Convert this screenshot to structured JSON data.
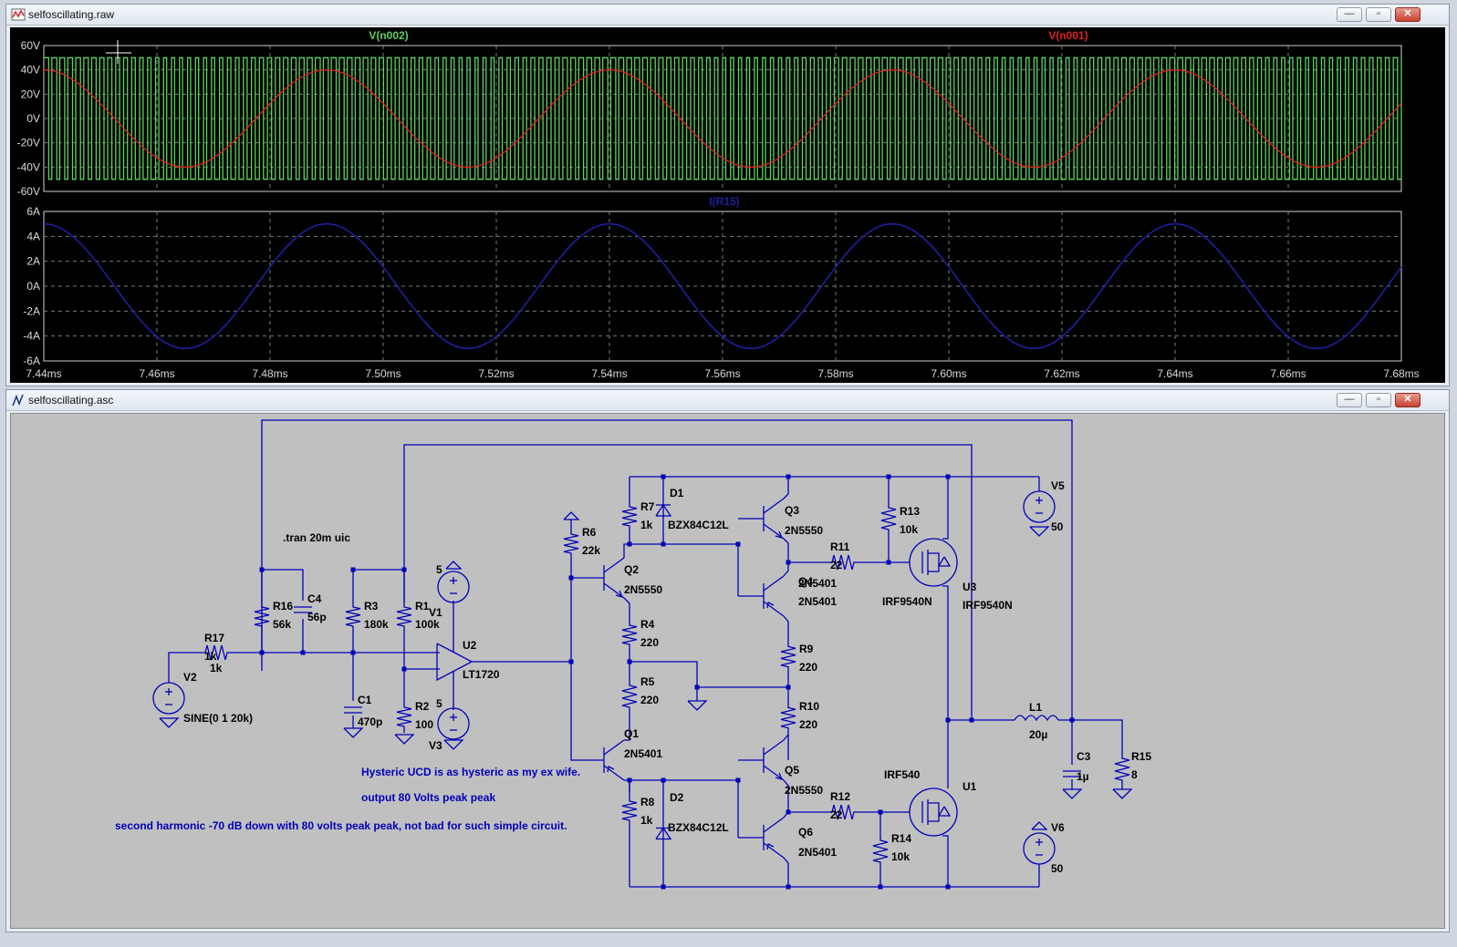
{
  "plot_window": {
    "title": "selfoscillating.raw",
    "buttons": {
      "minimize": "—",
      "maximize": "▫",
      "close": "✕"
    }
  },
  "schematic_window": {
    "title": "selfoscillating.asc",
    "buttons": {
      "minimize": "—",
      "maximize": "▫",
      "close": "✕"
    }
  },
  "colors": {
    "plot_bg": "#000000",
    "vn002": "#5fd35f",
    "vn001": "#e02020",
    "ir15": "#1f1fa0",
    "wire": "#0000b8",
    "schematic_bg": "#c0c0c0"
  },
  "chart_data": [
    {
      "type": "line",
      "pane": "top",
      "series": [
        {
          "name": "V(n002)",
          "color": "#5fd35f",
          "shape": "square",
          "amplitude": [
            -50,
            50
          ],
          "approx_cycles_visible": 170
        },
        {
          "name": "V(n001)",
          "color": "#e02020",
          "shape": "sine",
          "amplitude": 40,
          "period_ms": 0.05,
          "phase_peak_ms": 7.44
        }
      ],
      "y_ticks": [
        "60V",
        "40V",
        "20V",
        "0V",
        "-20V",
        "-40V",
        "-60V"
      ],
      "ylim": [
        -60,
        60
      ],
      "xlim": [
        7.44,
        7.68
      ],
      "grid": true
    },
    {
      "type": "line",
      "pane": "bottom",
      "series": [
        {
          "name": "I(R15)",
          "color": "#1f1fa0",
          "shape": "sine",
          "amplitude": 5,
          "period_ms": 0.05,
          "phase_peak_ms": 7.44
        }
      ],
      "y_ticks": [
        "6A",
        "4A",
        "2A",
        "0A",
        "-2A",
        "-4A",
        "-6A"
      ],
      "ylim": [
        -6,
        6
      ],
      "x_ticks": [
        "7.44ms",
        "7.46ms",
        "7.48ms",
        "7.50ms",
        "7.52ms",
        "7.54ms",
        "7.56ms",
        "7.58ms",
        "7.60ms",
        "7.62ms",
        "7.64ms",
        "7.66ms",
        "7.68ms"
      ],
      "xlim": [
        7.44,
        7.68
      ],
      "grid": true
    }
  ],
  "schematic": {
    "directive": ".tran 20m uic",
    "comments": [
      "Hysteric UCD is as hysteric as my ex wife.",
      "output 80 Volts peak peak",
      "second harmonic -70 dB down with 80 volts peak peak, not bad for such simple circuit."
    ],
    "parts": {
      "R17": {
        "name": "R17",
        "value": "1k"
      },
      "V2": {
        "name": "V2",
        "value": "SINE(0 1 20k)"
      },
      "R16": {
        "name": "R16",
        "value": "56k"
      },
      "C4": {
        "name": "C4",
        "value": "56p"
      },
      "R3": {
        "name": "R3",
        "value": "180k"
      },
      "R1": {
        "name": "R1",
        "value": "100k"
      },
      "V1": {
        "name": "V1",
        "value": "5"
      },
      "V3": {
        "name": "V3",
        "value": "5"
      },
      "C1": {
        "name": "C1",
        "value": "470p"
      },
      "R2": {
        "name": "R2",
        "value": "100"
      },
      "U2": {
        "name": "U2",
        "value": "LT1720"
      },
      "R6": {
        "name": "R6",
        "value": "22k"
      },
      "Q2": {
        "name": "Q2",
        "value": "2N5550"
      },
      "R7": {
        "name": "R7",
        "value": "1k"
      },
      "D1": {
        "name": "D1",
        "value": "BZX84C12L"
      },
      "R4": {
        "name": "R4",
        "value": "220"
      },
      "R5": {
        "name": "R5",
        "value": "220"
      },
      "Q1": {
        "name": "Q1",
        "value": "2N5401"
      },
      "R8": {
        "name": "R8",
        "value": "1k"
      },
      "D2": {
        "name": "D2",
        "value": "BZX84C12L"
      },
      "Q3": {
        "name": "Q3",
        "value": "2N5550"
      },
      "Q4": {
        "name": "Q4",
        "value": "2N5401"
      },
      "R11": {
        "name": "R11",
        "value": "22"
      },
      "R9": {
        "name": "R9",
        "value": "220"
      },
      "R10": {
        "name": "R10",
        "value": "220"
      },
      "Q5": {
        "name": "Q5",
        "value": "2N5550"
      },
      "Q6": {
        "name": "Q6",
        "value": "2N5401"
      },
      "R12": {
        "name": "R12",
        "value": "22"
      },
      "R13": {
        "name": "R13",
        "value": "10k"
      },
      "R14": {
        "name": "R14",
        "value": "10k"
      },
      "U3": {
        "name": "U3",
        "value": "IRF9540N"
      },
      "U1": {
        "name": "U1",
        "value": "IRF540"
      },
      "V5": {
        "name": "V5",
        "value": "50"
      },
      "V6": {
        "name": "V6",
        "value": "50"
      },
      "L1": {
        "name": "L1",
        "value": "20µ"
      },
      "C3": {
        "name": "C3",
        "value": "1µ"
      },
      "R15": {
        "name": "R15",
        "value": "8"
      }
    }
  }
}
